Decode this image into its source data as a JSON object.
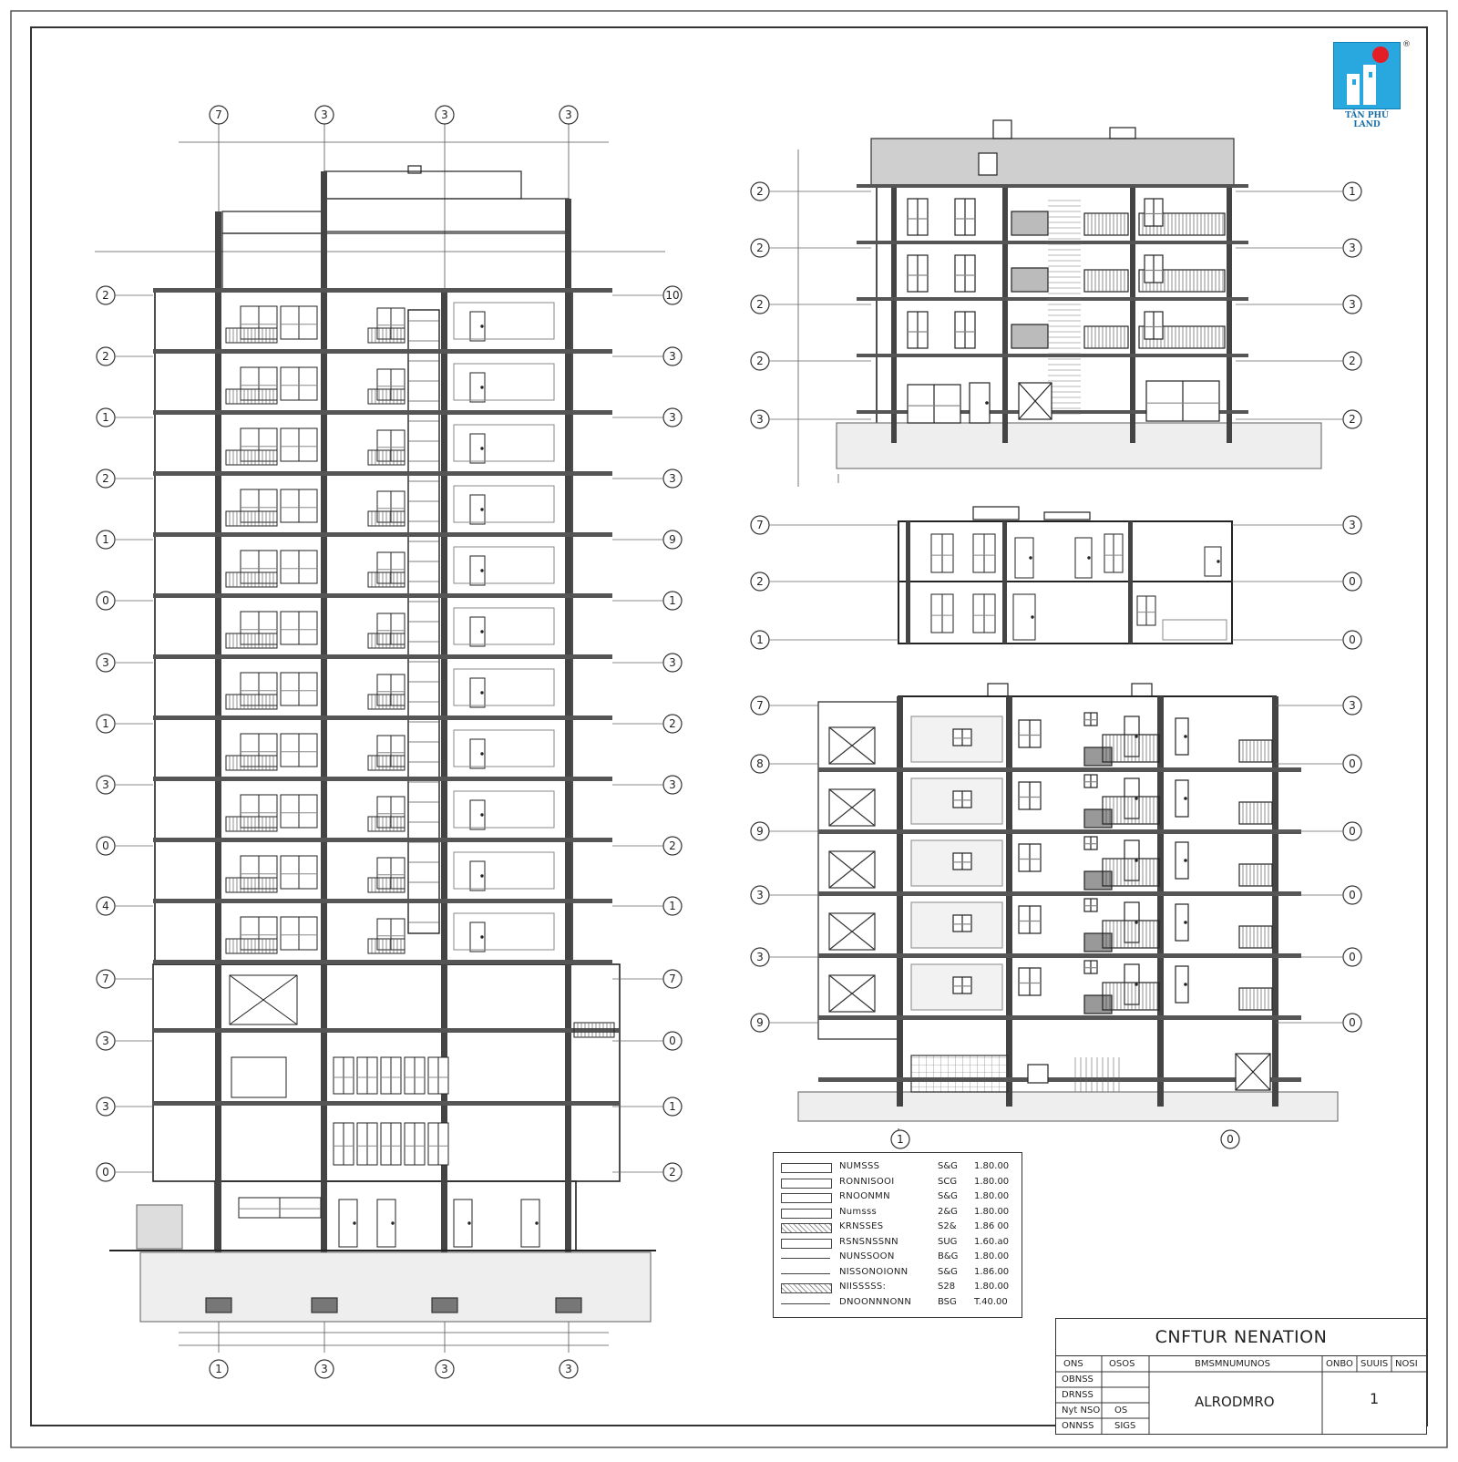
{
  "brand": {
    "name": "TÂN PHÚ LAND",
    "registered": "®",
    "colors": {
      "primary": "#29a8e0",
      "dot": "#e41e26"
    }
  },
  "left_section": {
    "top_grid_labels": [
      "7",
      "3",
      "3",
      "3"
    ],
    "bottom_grid_labels": [
      "1",
      "3",
      "3",
      "3"
    ],
    "left_levels": [
      "2",
      "2",
      "1",
      "2",
      "1",
      "0",
      "3",
      "1",
      "3",
      "0",
      "4",
      "7",
      "3",
      "3",
      "0"
    ],
    "right_levels": [
      "10",
      "3",
      "3",
      "3",
      "9",
      "1",
      "3",
      "2",
      "3",
      "2",
      "1",
      "7",
      "0",
      "1",
      "2"
    ]
  },
  "top_right_section": {
    "left_levels": [
      "2",
      "2",
      "2",
      "2",
      "3"
    ],
    "right_levels": [
      "1",
      "3",
      "3",
      "2",
      "2"
    ]
  },
  "mid_right_section": {
    "left_levels": [
      "7",
      "2",
      "1"
    ],
    "right_levels": [
      "3",
      "0",
      "0"
    ]
  },
  "bottom_right_section": {
    "left_levels": [
      "7",
      "8",
      "9",
      "3",
      "3",
      "9"
    ],
    "right_levels": [
      "3",
      "0",
      "0",
      "0",
      "0",
      "0"
    ],
    "bottom_grid_labels": [
      "1",
      "0"
    ]
  },
  "legend": {
    "rows": [
      {
        "name": "NUMSSS",
        "code": "S&G",
        "value": "1.80.00",
        "swatch": "box"
      },
      {
        "name": "RONNISOOI",
        "code": "SCG",
        "value": "1.80.00",
        "swatch": "box"
      },
      {
        "name": "RNOONMN",
        "code": "S&G",
        "value": "1.80.00",
        "swatch": "box"
      },
      {
        "name": "Numsss",
        "code": "2&G",
        "value": "1.80.00",
        "swatch": "box"
      },
      {
        "name": "KRNSSES",
        "code": "S2&",
        "value": "1.86 00",
        "swatch": "hatch"
      },
      {
        "name": "RSNSNSSNN",
        "code": "SUG",
        "value": "1.60.a0",
        "swatch": "box"
      },
      {
        "name": "NUNSSOON",
        "code": "B&G",
        "value": "1.80.00",
        "swatch": "line"
      },
      {
        "name": "NISSONOIONN",
        "code": "S&G",
        "value": "1.86.00",
        "swatch": "line"
      },
      {
        "name": "NIISSSSS:",
        "code": "S28",
        "value": "1.80.00",
        "swatch": "hatch"
      },
      {
        "name": "DNOONNNONN",
        "code": "BSG",
        "value": "T.40.00",
        "swatch": "line"
      }
    ]
  },
  "title_block": {
    "title": "CNFTUR NENATION",
    "header_left": [
      "ONS",
      "OSOS"
    ],
    "header_mid": "BMSMNUMUNOS",
    "header_right": [
      "ONBO",
      "SUUIS",
      "NOSI"
    ],
    "rows": [
      [
        "OBNSS",
        ""
      ],
      [
        "DRNSS",
        ""
      ],
      [
        "Nyt NSO",
        "OS"
      ],
      [
        "ONNSS",
        "SIGS"
      ]
    ],
    "drawing_name": "ALRODMRO",
    "sheet_number": "1"
  }
}
